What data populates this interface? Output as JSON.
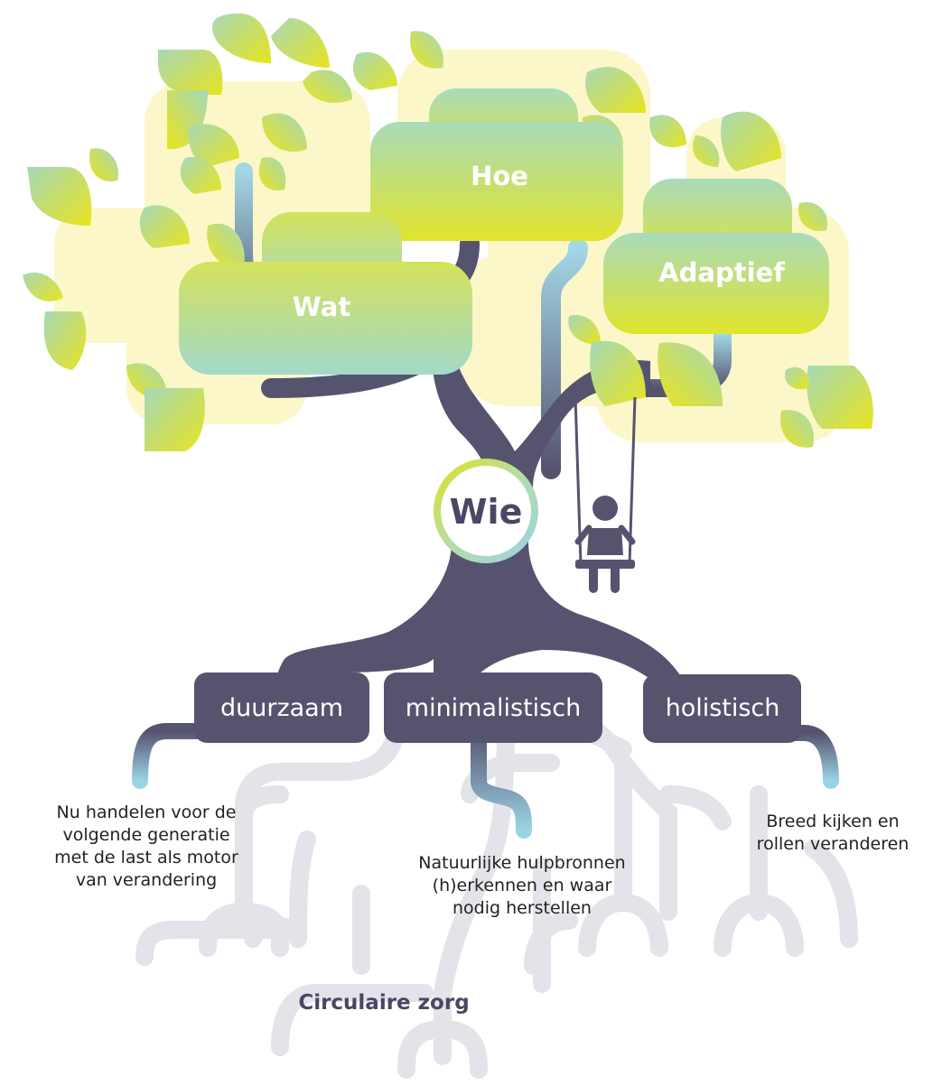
{
  "diagram": {
    "canopy": {
      "hoe": "Hoe",
      "wat": "Wat",
      "adaptief": "Adaptief"
    },
    "trunk": {
      "wie": "Wie"
    },
    "roots": {
      "duurzaam": {
        "label": "duurzaam",
        "description": [
          "Nu handelen voor de",
          "volgende generatie",
          "met de last als motor",
          "van verandering"
        ]
      },
      "minimalistisch": {
        "label": "minimalistisch",
        "description": [
          "Natuurlijke hulpbronnen",
          "(h)erkennen en waar",
          "nodig herstellen"
        ]
      },
      "holistisch": {
        "label": "holistisch",
        "description": [
          "Breed kijken en",
          "rollen veranderen"
        ]
      }
    },
    "footer": "Circulaire zorg",
    "colors": {
      "trunk": "#56536f",
      "leaf_yellow": "#e6e322",
      "leaf_green": "#a8d8b4",
      "blob": "#fbf7c8",
      "root_light": "#e4e3ea",
      "branch_blue": "#9bd3e6"
    }
  }
}
